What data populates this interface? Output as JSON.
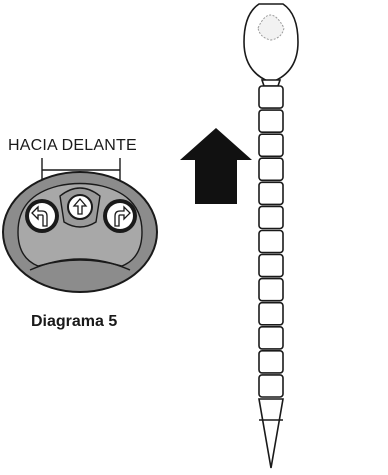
{
  "labels": {
    "forward": "HACIA DELANTE",
    "caption": "Diagrama 5"
  },
  "colors": {
    "line": "#1a1a1a",
    "controller_body": "#8c8c8c",
    "controller_inner": "#a8a8a8",
    "button_fill": "#ffffff",
    "arrow": "#111111"
  },
  "icons": {
    "left_button": "turn-left-arrow-icon",
    "center_button": "up-arrow-icon",
    "right_button": "turn-right-arrow-icon",
    "big_arrow": "up-arrow-icon"
  },
  "snake": {
    "segment_count": 13
  }
}
